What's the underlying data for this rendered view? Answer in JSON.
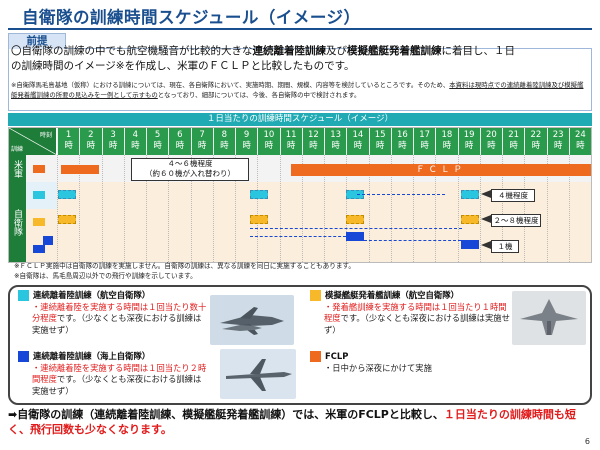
{
  "title": "自衛隊の訓練時間スケジュール（イメージ）",
  "premise": {
    "tab": "前提",
    "line1_pre": "〇自衛隊の訓練の中でも航空機騒音が比較的大きな",
    "line1_b1": "連続離着陸訓練",
    "line1_mid": "及び",
    "line1_b2": "模擬艦艇発着艦訓練",
    "line1_post": "に着目し、１日",
    "line2": "の訓練時間のイメージ※を作成し、米軍のＦＣＬＰと比較したものです。",
    "note_pre": "※自衛隊馬毛島基地（仮称）における訓練については、現在、各自衛隊において、実施時期、期間、規模、内容等を検討しているところです。そのため、",
    "note_ul": "本資料は現時点での連続離着陸訓練及び模擬艦艇発着艦訓練の所要の見込みを一例として示すもの",
    "note_post": "となっており、細部については、今後、各自衛隊の中で検討されます。"
  },
  "schedule": {
    "title": "１日当たりの訓練時間スケジュール（イメージ）",
    "corner_top": "時刻",
    "corner_bottom": "訓練",
    "hour_suffix": "時",
    "hours": [
      "1",
      "2",
      "3",
      "4",
      "5",
      "6",
      "7",
      "8",
      "9",
      "10",
      "11",
      "12",
      "13",
      "14",
      "15",
      "16",
      "17",
      "18",
      "19",
      "20",
      "21",
      "22",
      "23",
      "24"
    ],
    "row_us": "米軍",
    "row_jsdf": "自衛隊",
    "fclp_label": "ＦＣＬＰ",
    "us_callout_line1": "４～６機程度",
    "us_callout_line2": "（約６０機が入れ替わり）",
    "tag_cyan": "４機程度",
    "tag_yellow": "２～８機程度",
    "tag_blue": "１機",
    "note1": "※ＦＣＬＰ実施中は自衛隊の訓練を実施しません。自衛隊の訓練は、異なる訓練を同日に実施することもあります。",
    "note2": "※自衛隊は、馬毛島周辺以外での飛行や訓練を示しています。"
  },
  "cards": {
    "asdf": {
      "title": "連続離着陸訓練（航空自衛隊）",
      "red": "・連続離着陸を実施する時間は１回当たり数十分程度",
      "rest": "です。（少なくとも深夜における訓練は実施せず）"
    },
    "navy": {
      "title": "模擬艦艇発着艦訓練（航空自衛隊）",
      "red": "・発着艦訓練を実施する時間は１回当たり１時間程度",
      "rest": "です。（少なくとも深夜における訓練は実施せず）"
    },
    "msdf": {
      "title": "連続離着陸訓練（海上自衛隊）",
      "red": "・連続離着陸を実施する時間は１回当たり２時間程度",
      "rest": "です。（少なくとも深夜における訓練は実施せず）"
    },
    "fclp": {
      "title": "FCLP",
      "text": "・日中から深夜にかけて実施"
    }
  },
  "summary": {
    "pre": "➡自衛隊の訓練（連続離着陸訓練、模擬艦艇発着艦訓練）では、米軍のFCLPと比較し、",
    "red": "１日当たりの訓練時間も短く、飛行回数も少なくなります。"
  },
  "page_number": "6",
  "colors": {
    "accent_blue": "#1a4f8f",
    "header_green": "#2a9a4d",
    "fclp_orange": "#ee6a1f",
    "asdf_cyan": "#2ac6df",
    "navy_yellow": "#f7b92a",
    "msdf_blue": "#1747d6",
    "emphasis_red": "#e11b1b"
  }
}
